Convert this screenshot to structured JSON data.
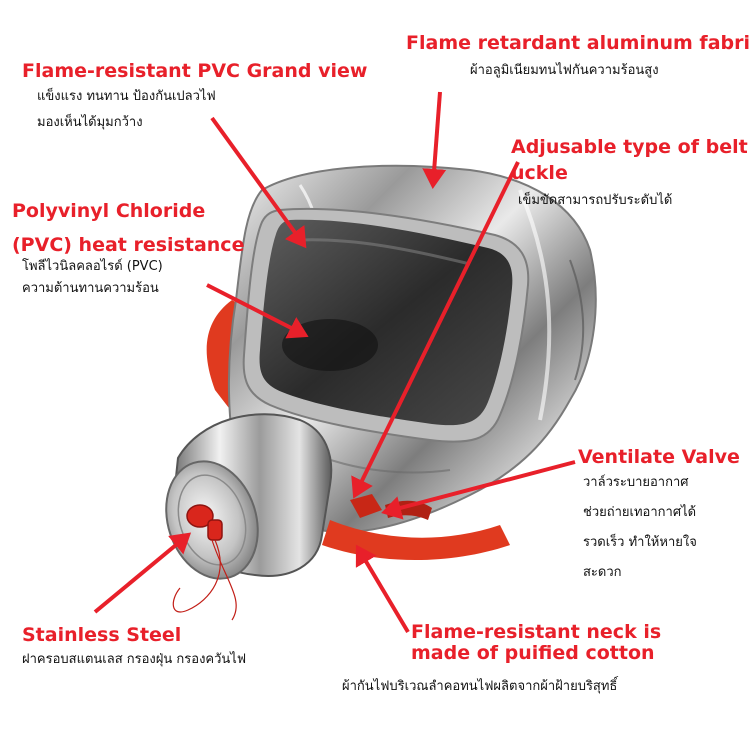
{
  "colors": {
    "accent": "#e8202a",
    "text": "#111111",
    "background": "#ffffff"
  },
  "callouts": {
    "aluminum_fabric": {
      "title": "Flame retardant aluminum fabric",
      "desc": [
        "ผ้าอลูมิเนียมทนไฟกันความร้อนสูง"
      ]
    },
    "pvc_grand_view": {
      "title": "Flame-resistant PVC Grand view",
      "desc": [
        "แข็งแรง ทนทาน ป้องกันเปลวไฟ",
        "มองเห็นได้มุมกว้าง"
      ]
    },
    "belt_buckle": {
      "title": "Adjusable type of belt",
      "title_line2": "uckle",
      "desc": [
        "เข็มขัดสามารถปรับระดับได้"
      ]
    },
    "pvc_heat": {
      "title": "Polyvinyl Chloride",
      "title_line2": "(PVC)  heat resistance",
      "desc": [
        "โพลีไวนิลคลอไรด์ (PVC)",
        "ความต้านทานความร้อน"
      ]
    },
    "valve": {
      "title": "Ventilate Valve",
      "desc": [
        "วาล์วระบายอากาศ",
        "ช่วยถ่ายเทอากาศได้",
        "รวดเร็ว ทำให้หายใจ",
        "สะดวก"
      ]
    },
    "steel": {
      "title": "Stainless Steel",
      "desc": [
        "ฝาครอบสแตนเลส กรองฝุ่น กรองควันไฟ"
      ]
    },
    "neck": {
      "title": "Flame-resistant neck is",
      "title_line2": "made of puified cotton",
      "desc": [
        "ผ้ากันไฟบริเวณลำคอทนไฟผลิตจากผ้าฝ้ายบริสุทธิ์"
      ]
    }
  },
  "icons": {
    "arrow": "arrow-icon",
    "hood": "fire-escape-hood-icon"
  }
}
